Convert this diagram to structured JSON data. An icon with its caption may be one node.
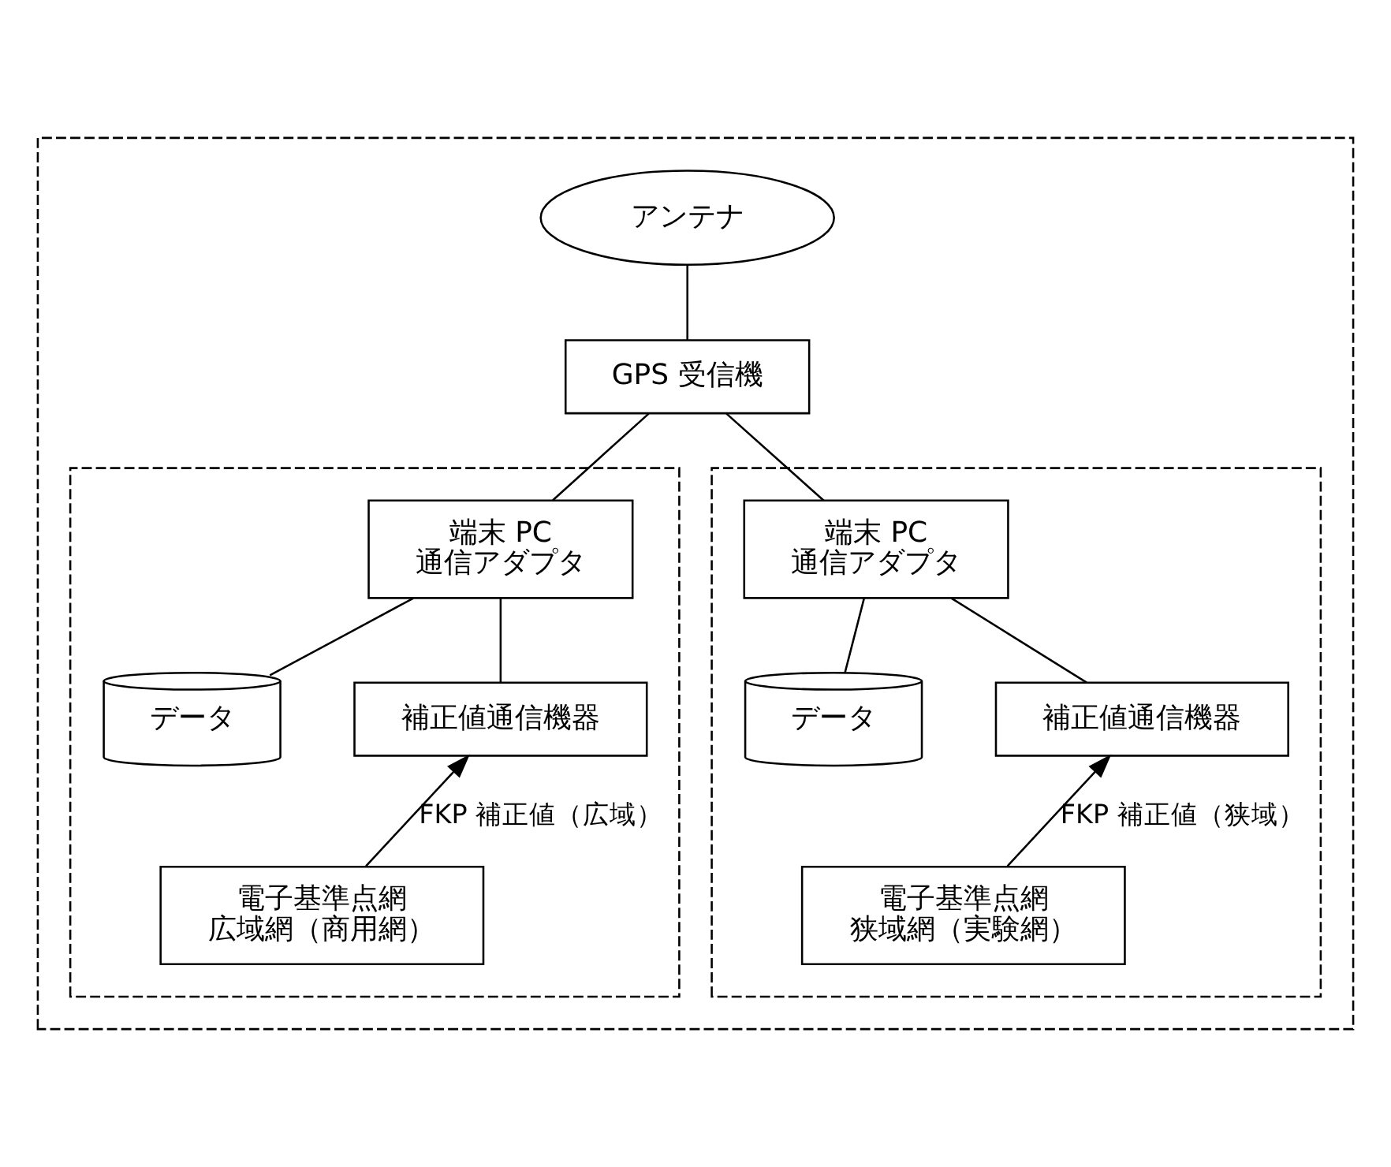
{
  "diagram": {
    "nodes": [
      {
        "text": [],
        "shape": "box"
      },
      {
        "text": [
          "アンテナ"
        ],
        "in": 0
      },
      {
        "text": [
          "GPS 受信機"
        ],
        "in": 0
      },
      {
        "text": [],
        "shape": "box",
        "in": 0
      },
      {
        "text": [
          "端末 PC",
          "通信アダプタ"
        ],
        "in": 3
      },
      {
        "text": [
          "データ"
        ],
        "in": 3
      },
      {
        "text": [
          "補正値通信機器"
        ],
        "in": 3
      },
      {
        "text": [
          "電子基準点網",
          "広域網（商用網）"
        ],
        "in": 3
      },
      {
        "text": [],
        "shape": "box",
        "in": 0
      },
      {
        "text": [
          "端末 PC",
          "通信アダプタ"
        ],
        "in": 8
      },
      {
        "text": [
          "データ"
        ],
        "in": 8
      },
      {
        "text": [
          "補正値通信機器"
        ],
        "in": 8
      },
      {
        "text": [
          "電子基準点網",
          "狭域網（実験網）"
        ],
        "in": 8
      }
    ],
    "edges": [
      {
        "from": 1,
        "to": 2,
        "arrow": "none"
      },
      {
        "from": 2,
        "to": 4,
        "arrow": "none"
      },
      {
        "from": 2,
        "to": 9,
        "arrow": "none"
      },
      {
        "from": 4,
        "to": 5,
        "arrow": "none"
      },
      {
        "from": 4,
        "to": 6,
        "arrow": "none"
      },
      {
        "from": 7,
        "to": 6,
        "arrow": "to",
        "label": "FKP 補正値（広域）"
      },
      {
        "from": 9,
        "to": 10,
        "arrow": "none"
      },
      {
        "from": 9,
        "to": 11,
        "arrow": "none"
      },
      {
        "from": 12,
        "to": 11,
        "arrow": "to",
        "label": "FKP 補正値（狭域）"
      }
    ]
  }
}
